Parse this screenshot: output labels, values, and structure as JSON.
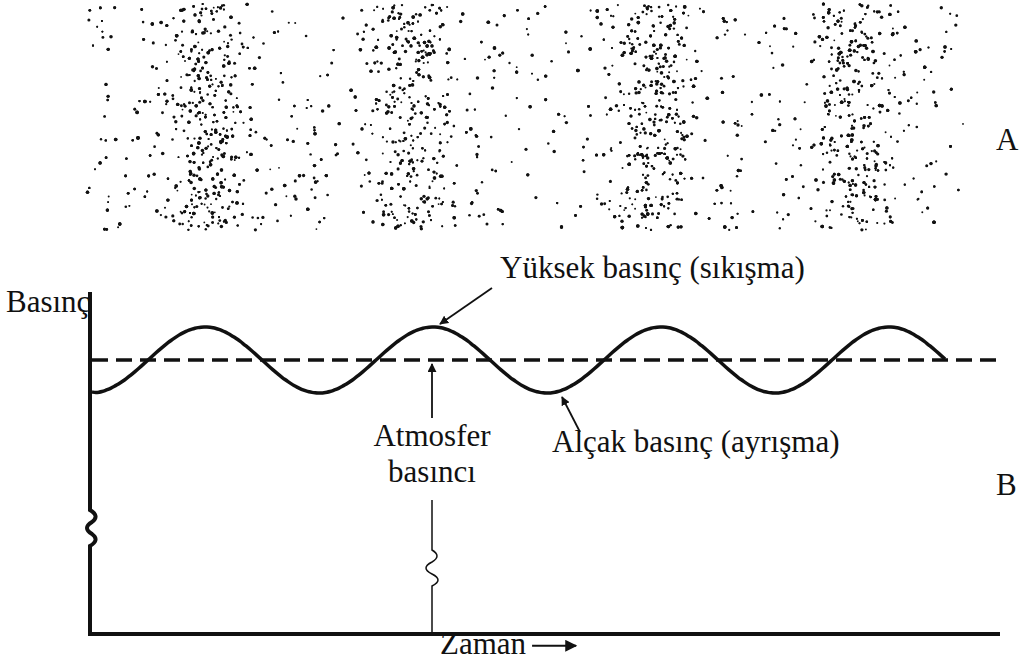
{
  "diagram": {
    "labels": [
      "A",
      "Basınç",
      "Yüksek basınç (sıkışma)",
      "Atmosfer basıncı",
      "Alçak basınç (ayrışma)",
      "B",
      "Zaman"
    ]
  }
}
